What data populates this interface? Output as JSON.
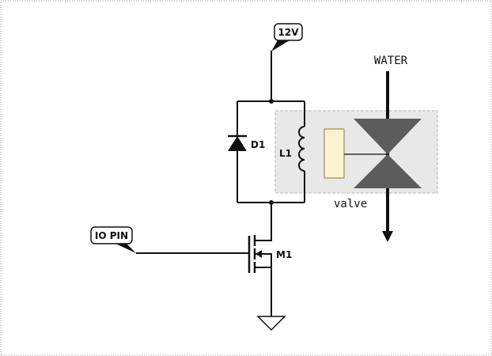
{
  "schematic": {
    "supply_label": "12V",
    "input_label": "IO PIN",
    "diode_label": "D1",
    "coil_label": "L1",
    "mosfet_label": "M1",
    "flow_label": "WATER",
    "valve_label": "valve"
  },
  "colors": {
    "wire": "#111111",
    "valve_box_fill": "#e8e8e8",
    "valve_box_stroke": "#b8b8b8",
    "solenoid_fill": "#fdf2d0",
    "solenoid_stroke": "#8a7a3a",
    "valve_body": "#5c5c5c",
    "frame_border": "#999999"
  }
}
